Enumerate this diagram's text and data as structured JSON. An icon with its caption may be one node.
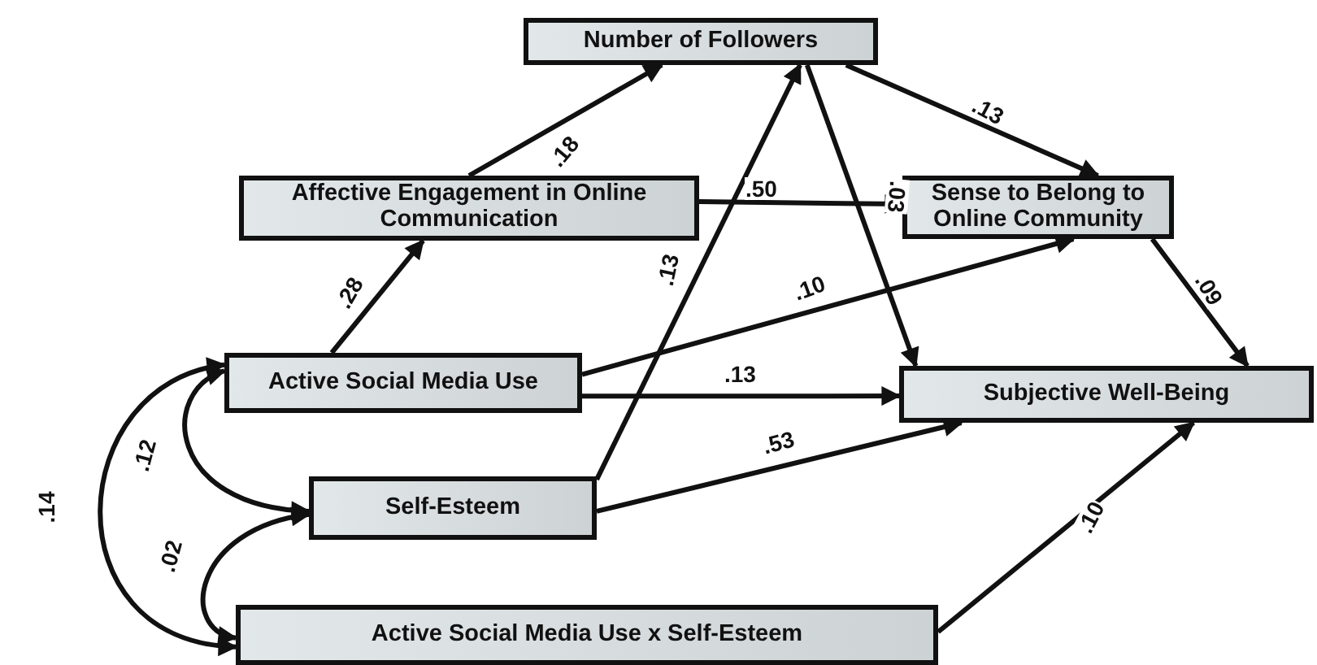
{
  "diagram": {
    "nodes": [
      {
        "text": [
          "Number of Followers"
        ]
      },
      {
        "text": [
          "Affective Engagement in Online Communication"
        ]
      },
      {
        "text": [
          "Sense to Belong to Online Community"
        ]
      },
      {
        "text": [
          "Active Social Media Use"
        ]
      },
      {
        "text": [
          "Subjective Well-Being"
        ]
      },
      {
        "text": [
          "Self-Esteem"
        ]
      },
      {
        "text": [
          "Active Social Media Use x Self-Esteem"
        ]
      }
    ],
    "edges": [
      {
        "from": 1,
        "to": 0,
        "arrow": "to",
        "label": ".18"
      },
      {
        "from": 0,
        "to": 2,
        "arrow": "to",
        "label": ".13"
      },
      {
        "from": 1,
        "to": 2,
        "arrow": "to",
        "label": ".50"
      },
      {
        "from": 0,
        "to": 4,
        "arrow": "to",
        "label": ".03"
      },
      {
        "from": 3,
        "to": 1,
        "arrow": "to",
        "label": ".28"
      },
      {
        "from": 5,
        "to": 0,
        "arrow": "to",
        "label": ".13"
      },
      {
        "from": 3,
        "to": 2,
        "arrow": "to",
        "label": ".10"
      },
      {
        "from": 3,
        "to": 4,
        "arrow": "to",
        "label": ".13"
      },
      {
        "from": 5,
        "to": 4,
        "arrow": "to",
        "label": ".53"
      },
      {
        "from": 2,
        "to": 4,
        "arrow": "to",
        "label": ".09"
      },
      {
        "from": 6,
        "to": 4,
        "arrow": "to",
        "label": ".10"
      },
      {
        "from": 3,
        "to": 5,
        "arrow": "both",
        "label": ".12"
      },
      {
        "from": 5,
        "to": 6,
        "arrow": "both",
        "label": ".02"
      },
      {
        "from": 3,
        "to": 6,
        "arrow": "both",
        "label": ".14"
      }
    ]
  }
}
